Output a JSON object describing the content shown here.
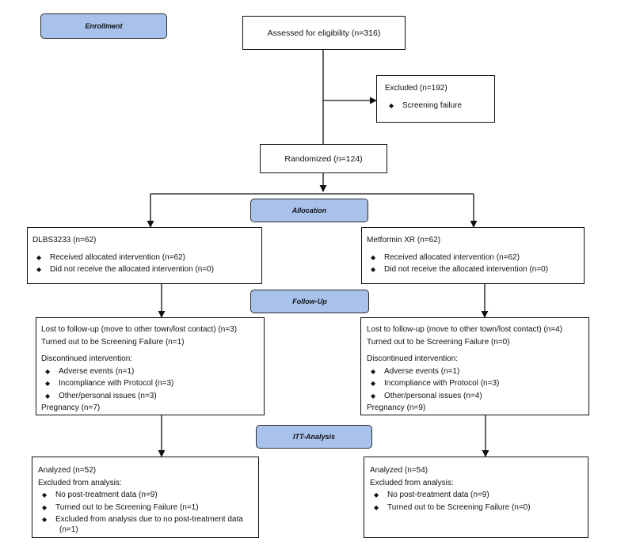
{
  "stages": {
    "enrollment": "Enrollment",
    "allocation": "Allocation",
    "followup": "Follow-Up",
    "analysis": "ITT-Analysis"
  },
  "assessed": "Assessed for eligibility (n=316)",
  "excluded": {
    "title": "Excluded (n=192)",
    "reasons": [
      "Screening failure"
    ]
  },
  "randomized": "Randomized (n=124)",
  "bullet_glyph": "◆",
  "arms": [
    {
      "allocation_title": "DLBS3233 (n=62)",
      "allocation_items": [
        "Received allocated intervention (n=62)",
        "Did not receive the allocated intervention (n=0)"
      ],
      "followup_lost": "Lost to follow-up (move to other town/lost contact) (n=3)",
      "followup_screen_fail": "Turned out to be Screening Failure (n=1)",
      "discontinued_label": "Discontinued intervention:",
      "discontinued_items": [
        "Adverse events (n=1)",
        "Incompliance with Protocol (n=3)",
        "Other/personal issues (n=3)"
      ],
      "pregnancy": "Pregnancy (n=7)",
      "analyzed": "Analyzed (n=52)",
      "excluded_label": "Excluded from analysis:",
      "excluded_items": [
        "No post-treatment data (n=9)",
        "Turned out to be Screening Failure (n=1)",
        "Excluded from analysis due to no post-treatment data",
        "(n=1)"
      ]
    },
    {
      "allocation_title": "Metformin XR (n=62)",
      "allocation_items": [
        "Received allocated intervention (n=62)",
        "Did not receive the allocated intervention (n=0)"
      ],
      "followup_lost": "Lost to follow-up (move to other town/lost contact) (n=4)",
      "followup_screen_fail": "Turned out to be Screening Failure (n=0)",
      "discontinued_label": "Discontinued intervention:",
      "discontinued_items": [
        "Adverse events (n=1)",
        "Incompliance with Protocol (n=3)",
        "Other/personal issues (n=4)"
      ],
      "pregnancy": "Pregnancy (n=9)",
      "analyzed": "Analyzed (n=54)",
      "excluded_label": "Excluded from analysis:",
      "excluded_items": [
        "No post-treatment data (n=9)",
        "Turned out to be Screening Failure (n=0)"
      ]
    }
  ]
}
